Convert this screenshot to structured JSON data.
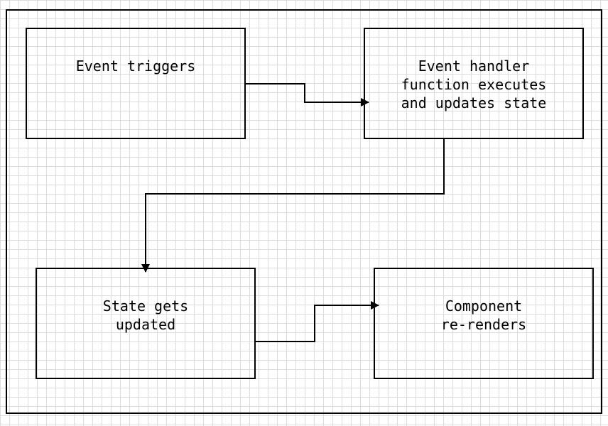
{
  "diagram": {
    "nodes": [
      {
        "id": "n1",
        "label": "Event triggers"
      },
      {
        "id": "n2",
        "label": "Event handler\nfunction executes\nand updates state"
      },
      {
        "id": "n3",
        "label": "State gets\nupdated"
      },
      {
        "id": "n4",
        "label": "Component\nre-renders"
      }
    ],
    "edges": [
      {
        "from": "n1",
        "to": "n2"
      },
      {
        "from": "n2",
        "to": "n3"
      },
      {
        "from": "n3",
        "to": "n4"
      }
    ],
    "colors": {
      "stroke": "#000000",
      "grid": "#dcdcdc",
      "background": "#ffffff"
    }
  }
}
